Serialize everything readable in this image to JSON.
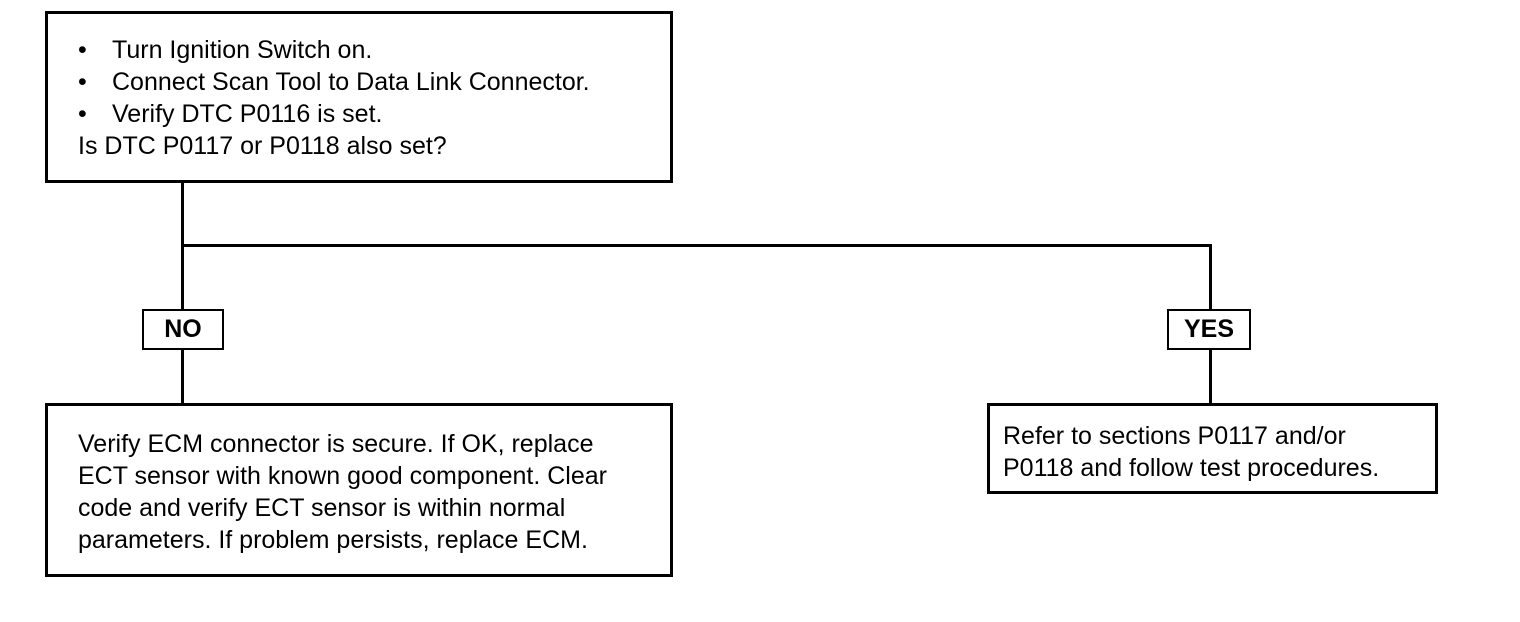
{
  "start_box": {
    "bullets": [
      "Turn Ignition Switch on.",
      "Connect Scan Tool to Data Link Connector.",
      "Verify DTC P0116 is set."
    ],
    "bullet_symbol": "•",
    "question": "Is DTC P0117 or P0118 also set?"
  },
  "branches": {
    "no": {
      "label": "NO",
      "lines": [
        "Verify ECM connector is secure. If OK, replace",
        "ECT sensor with known good component. Clear",
        "code and verify ECT sensor is within normal",
        "parameters. If problem persists, replace ECM."
      ]
    },
    "yes": {
      "label": "YES",
      "lines": [
        "Refer to sections P0117 and/or",
        "P0118 and follow test procedures."
      ]
    }
  }
}
